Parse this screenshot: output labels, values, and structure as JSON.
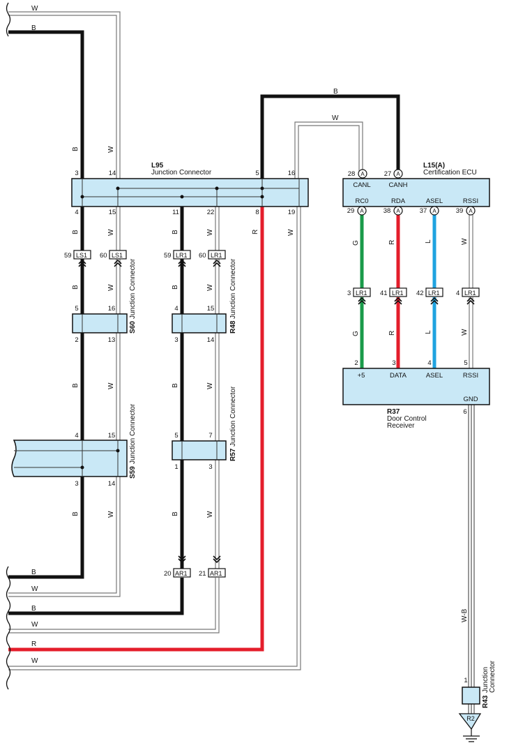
{
  "colors": {
    "box_fill": "#c9e8f6",
    "black_wire": "#111111",
    "red_wire": "#e41e2b",
    "green_wire": "#1a9b4a",
    "blue_wire": "#1fa3e0"
  },
  "wire_codes": {
    "B": "B",
    "W": "W",
    "R": "R",
    "G": "G",
    "L": "L",
    "WB": "W-B"
  },
  "connectors": {
    "L95": {
      "code": "L95",
      "desc": "Junction Connector",
      "pins_top": [
        "3",
        "14",
        "5",
        "16"
      ],
      "pins_bottom": [
        "4",
        "15",
        "11",
        "22",
        "8",
        "19"
      ]
    },
    "L15": {
      "code": "L15(A)",
      "desc": "Certification ECU",
      "tag": "A",
      "pins_top": [
        "28",
        "27"
      ],
      "labels_top": [
        "CANL",
        "CANH"
      ],
      "pins_bottom": [
        "29",
        "38",
        "37",
        "39"
      ],
      "labels_bottom": [
        "RC0",
        "RDA",
        "ASEL",
        "RSSI"
      ]
    },
    "S60": {
      "code": "S60",
      "desc": "Junction Connector",
      "pins_top": [
        "5",
        "16"
      ],
      "pins_bottom": [
        "2",
        "13"
      ]
    },
    "R48": {
      "code": "R48",
      "desc": "Junction Connector",
      "pins_top": [
        "4",
        "15"
      ],
      "pins_bottom": [
        "3",
        "14"
      ]
    },
    "S59": {
      "code": "S59",
      "desc": "Junction Connector",
      "pins_top": [
        "4",
        "15"
      ],
      "pins_bottom": [
        "3",
        "14"
      ]
    },
    "R57": {
      "code": "R57",
      "desc": "Junction Connector",
      "pins_top": [
        "5",
        "7"
      ],
      "pins_bottom": [
        "1",
        "3"
      ]
    },
    "R37": {
      "code": "R37",
      "desc1": "Door Control",
      "desc2": "Receiver",
      "pins_top": [
        "2",
        "3",
        "4",
        "5"
      ],
      "labels": [
        "+5",
        "DATA",
        "ASEL",
        "RSSI"
      ],
      "gnd_label": "GND",
      "gnd_pin": "6"
    },
    "R43": {
      "code": "R43",
      "desc1": "Junction",
      "desc2": "Connector",
      "pin": "1"
    }
  },
  "inline_connectors": {
    "LS1": {
      "name": "LS1",
      "pins": [
        "59",
        "60"
      ]
    },
    "LR1_top": {
      "name": "LR1",
      "pins": [
        "59",
        "60"
      ]
    },
    "LR1_right": {
      "name": "LR1",
      "pins": [
        "3",
        "41",
        "42",
        "4"
      ]
    },
    "AR1": {
      "name": "AR1",
      "pins": [
        "20",
        "21"
      ]
    }
  },
  "ground": {
    "label": "R2"
  }
}
